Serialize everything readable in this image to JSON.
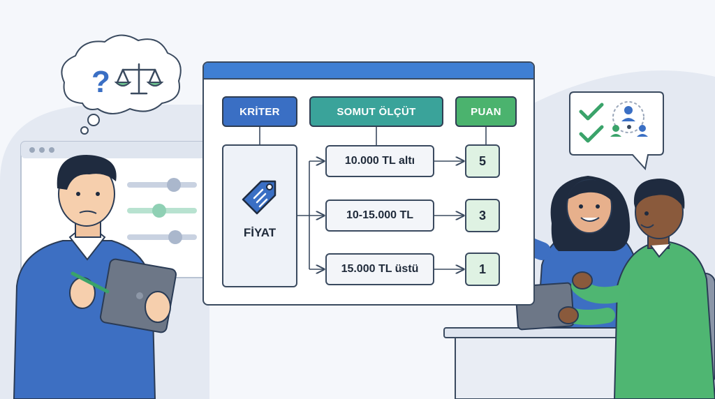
{
  "board": {
    "headers": {
      "criterion": "KRİTER",
      "measure": "SOMUT ÖLÇÜT",
      "score": "PUAN"
    },
    "criterion": {
      "label": "FİYAT",
      "icon": "price-tag-icon"
    },
    "rows": [
      {
        "measure": "10.000 TL altı",
        "score": "5"
      },
      {
        "measure": "10-15.000 TL",
        "score": "3"
      },
      {
        "measure": "15.000 TL üstü",
        "score": "1"
      }
    ]
  },
  "thought_bubble": {
    "icons": [
      "question-mark-icon",
      "scale-balance-icon"
    ]
  },
  "speech_bubble": {
    "icons": [
      "checkmark-icon",
      "checkmark-icon",
      "team-network-icon"
    ]
  },
  "colors": {
    "criterion_header": "#3a6fc4",
    "measure_header": "#3aa39a",
    "score_header": "#4bb36e",
    "board_bar": "#3f7fd3",
    "score_box": "#dff2e3"
  }
}
